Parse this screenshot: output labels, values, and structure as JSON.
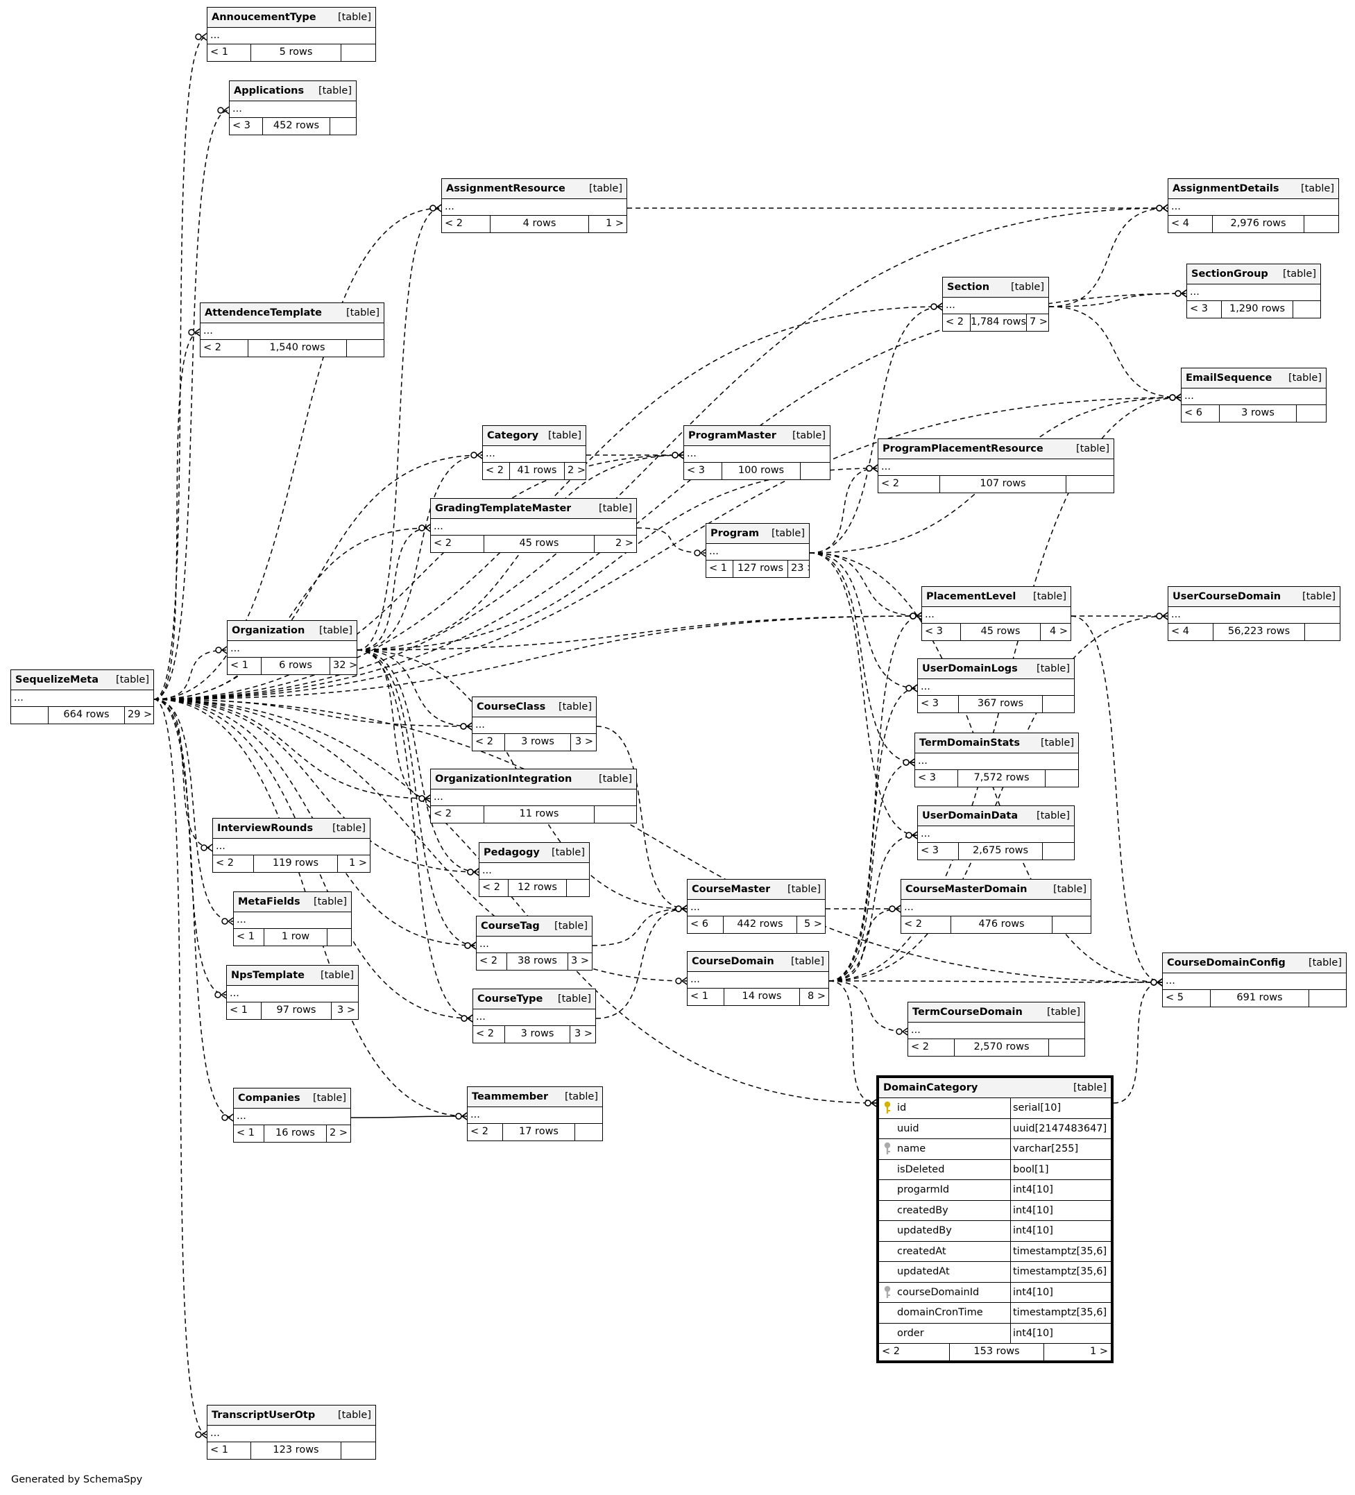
{
  "diagram": {
    "tag_label": "[table]",
    "more_columns_label": "...",
    "focus_table": {
      "id": "DomainCategory",
      "name": "DomainCategory",
      "columns": [
        {
          "name": "id",
          "type": "serial[10]",
          "key": "primary"
        },
        {
          "name": "uuid",
          "type": "uuid[2147483647]",
          "key": ""
        },
        {
          "name": "name",
          "type": "varchar[255]",
          "key": "foreign"
        },
        {
          "name": "isDeleted",
          "type": "bool[1]",
          "key": ""
        },
        {
          "name": "progarmId",
          "type": "int4[10]",
          "key": ""
        },
        {
          "name": "createdBy",
          "type": "int4[10]",
          "key": ""
        },
        {
          "name": "updatedBy",
          "type": "int4[10]",
          "key": ""
        },
        {
          "name": "createdAt",
          "type": "timestamptz[35,6]",
          "key": ""
        },
        {
          "name": "updatedAt",
          "type": "timestamptz[35,6]",
          "key": ""
        },
        {
          "name": "courseDomainId",
          "type": "int4[10]",
          "key": "foreign"
        },
        {
          "name": "domainCronTime",
          "type": "timestamptz[35,6]",
          "key": ""
        },
        {
          "name": "order",
          "type": "int4[10]",
          "key": ""
        }
      ],
      "parents": "< 2",
      "rows": "153 rows",
      "children": "1 >"
    },
    "tables": [
      {
        "id": "AnnoucementType",
        "name": "AnnoucementType",
        "parents": "< 1",
        "rows": "5 rows",
        "children": ""
      },
      {
        "id": "Applications",
        "name": "Applications",
        "parents": "< 3",
        "rows": "452 rows",
        "children": ""
      },
      {
        "id": "AssignmentResource",
        "name": "AssignmentResource",
        "parents": "< 2",
        "rows": "4 rows",
        "children": "1 >"
      },
      {
        "id": "AssignmentDetails",
        "name": "AssignmentDetails",
        "parents": "< 4",
        "rows": "2,976 rows",
        "children": ""
      },
      {
        "id": "SectionGroup",
        "name": "SectionGroup",
        "parents": "< 3",
        "rows": "1,290 rows",
        "children": ""
      },
      {
        "id": "Section",
        "name": "Section",
        "parents": "< 2",
        "rows": "1,784 rows",
        "children": "7 >"
      },
      {
        "id": "AttendenceTemplate",
        "name": "AttendenceTemplate",
        "parents": "< 2",
        "rows": "1,540 rows",
        "children": ""
      },
      {
        "id": "EmailSequence",
        "name": "EmailSequence",
        "parents": "< 6",
        "rows": "3 rows",
        "children": ""
      },
      {
        "id": "Category",
        "name": "Category",
        "parents": "< 2",
        "rows": "41 rows",
        "children": "2 >"
      },
      {
        "id": "ProgramMaster",
        "name": "ProgramMaster",
        "parents": "< 3",
        "rows": "100 rows",
        "children": ""
      },
      {
        "id": "ProgramPlacementResource",
        "name": "ProgramPlacementResource",
        "parents": "< 2",
        "rows": "107 rows",
        "children": ""
      },
      {
        "id": "GradingTemplateMaster",
        "name": "GradingTemplateMaster",
        "parents": "< 2",
        "rows": "45 rows",
        "children": "2 >"
      },
      {
        "id": "Program",
        "name": "Program",
        "parents": "< 1",
        "rows": "127 rows",
        "children": "23 >"
      },
      {
        "id": "PlacementLevel",
        "name": "PlacementLevel",
        "parents": "< 3",
        "rows": "45 rows",
        "children": "4 >"
      },
      {
        "id": "UserCourseDomain",
        "name": "UserCourseDomain",
        "parents": "< 4",
        "rows": "56,223 rows",
        "children": ""
      },
      {
        "id": "Organization",
        "name": "Organization",
        "parents": "< 1",
        "rows": "6 rows",
        "children": "32 >"
      },
      {
        "id": "SequelizeMeta",
        "name": "SequelizeMeta",
        "parents": "",
        "rows": "664 rows",
        "children": "29 >"
      },
      {
        "id": "UserDomainLogs",
        "name": "UserDomainLogs",
        "parents": "< 3",
        "rows": "367 rows",
        "children": ""
      },
      {
        "id": "CourseClass",
        "name": "CourseClass",
        "parents": "< 2",
        "rows": "3 rows",
        "children": "3 >"
      },
      {
        "id": "TermDomainStats",
        "name": "TermDomainStats",
        "parents": "< 3",
        "rows": "7,572 rows",
        "children": ""
      },
      {
        "id": "OrganizationIntegration",
        "name": "OrganizationIntegration",
        "parents": "< 2",
        "rows": "11 rows",
        "children": ""
      },
      {
        "id": "InterviewRounds",
        "name": "InterviewRounds",
        "parents": "< 2",
        "rows": "119 rows",
        "children": "1 >"
      },
      {
        "id": "UserDomainData",
        "name": "UserDomainData",
        "parents": "< 3",
        "rows": "2,675 rows",
        "children": ""
      },
      {
        "id": "Pedagogy",
        "name": "Pedagogy",
        "parents": "< 2",
        "rows": "12 rows",
        "children": ""
      },
      {
        "id": "CourseMaster",
        "name": "CourseMaster",
        "parents": "< 6",
        "rows": "442 rows",
        "children": "5 >"
      },
      {
        "id": "CourseMasterDomain",
        "name": "CourseMasterDomain",
        "parents": "< 2",
        "rows": "476 rows",
        "children": ""
      },
      {
        "id": "MetaFields",
        "name": "MetaFields",
        "parents": "< 1",
        "rows": "1 row",
        "children": ""
      },
      {
        "id": "CourseTag",
        "name": "CourseTag",
        "parents": "< 2",
        "rows": "38 rows",
        "children": "3 >"
      },
      {
        "id": "CourseDomain",
        "name": "CourseDomain",
        "parents": "< 1",
        "rows": "14 rows",
        "children": "8 >"
      },
      {
        "id": "CourseDomainConfig",
        "name": "CourseDomainConfig",
        "parents": "< 5",
        "rows": "691 rows",
        "children": ""
      },
      {
        "id": "NpsTemplate",
        "name": "NpsTemplate",
        "parents": "< 1",
        "rows": "97 rows",
        "children": "3 >"
      },
      {
        "id": "CourseType",
        "name": "CourseType",
        "parents": "< 2",
        "rows": "3 rows",
        "children": "3 >"
      },
      {
        "id": "TermCourseDomain",
        "name": "TermCourseDomain",
        "parents": "< 2",
        "rows": "2,570 rows",
        "children": ""
      },
      {
        "id": "Companies",
        "name": "Companies",
        "parents": "< 1",
        "rows": "16 rows",
        "children": "2 >"
      },
      {
        "id": "Teammember",
        "name": "Teammember",
        "parents": "< 2",
        "rows": "17 rows",
        "children": ""
      },
      {
        "id": "TranscriptUserOtp",
        "name": "TranscriptUserOtp",
        "parents": "< 1",
        "rows": "123 rows",
        "children": ""
      }
    ],
    "relationships": [
      {
        "from": "SequelizeMeta",
        "to": "AnnoucementType",
        "line": "dashed"
      },
      {
        "from": "SequelizeMeta",
        "to": "Applications",
        "line": "dashed"
      },
      {
        "from": "SequelizeMeta",
        "to": "AssignmentResource",
        "line": "dashed"
      },
      {
        "from": "SequelizeMeta",
        "to": "AssignmentDetails",
        "line": "dashed"
      },
      {
        "from": "SequelizeMeta",
        "to": "SectionGroup",
        "line": "dashed"
      },
      {
        "from": "SequelizeMeta",
        "to": "Section",
        "line": "dashed"
      },
      {
        "from": "SequelizeMeta",
        "to": "AttendenceTemplate",
        "line": "dashed"
      },
      {
        "from": "SequelizeMeta",
        "to": "EmailSequence",
        "line": "dashed"
      },
      {
        "from": "SequelizeMeta",
        "to": "ProgramMaster",
        "line": "dashed"
      },
      {
        "from": "SequelizeMeta",
        "to": "Category",
        "line": "dashed"
      },
      {
        "from": "SequelizeMeta",
        "to": "GradingTemplateMaster",
        "line": "dashed"
      },
      {
        "from": "SequelizeMeta",
        "to": "PlacementLevel",
        "line": "dashed"
      },
      {
        "from": "SequelizeMeta",
        "to": "Organization",
        "line": "dashed"
      },
      {
        "from": "SequelizeMeta",
        "to": "CourseClass",
        "line": "dashed"
      },
      {
        "from": "SequelizeMeta",
        "to": "OrganizationIntegration",
        "line": "dashed"
      },
      {
        "from": "SequelizeMeta",
        "to": "Pedagogy",
        "line": "dashed"
      },
      {
        "from": "SequelizeMeta",
        "to": "CourseTag",
        "line": "dashed"
      },
      {
        "from": "SequelizeMeta",
        "to": "InterviewRounds",
        "line": "dashed"
      },
      {
        "from": "SequelizeMeta",
        "to": "MetaFields",
        "line": "dashed"
      },
      {
        "from": "SequelizeMeta",
        "to": "NpsTemplate",
        "line": "dashed"
      },
      {
        "from": "SequelizeMeta",
        "to": "CourseType",
        "line": "dashed"
      },
      {
        "from": "SequelizeMeta",
        "to": "Teammember",
        "line": "dashed"
      },
      {
        "from": "SequelizeMeta",
        "to": "Companies",
        "line": "dashed"
      },
      {
        "from": "SequelizeMeta",
        "to": "CourseDomain",
        "line": "dashed"
      },
      {
        "from": "SequelizeMeta",
        "to": "DomainCategory",
        "line": "dashed"
      },
      {
        "from": "SequelizeMeta",
        "to": "CourseDomainConfig",
        "line": "dashed"
      },
      {
        "from": "SequelizeMeta",
        "to": "TranscriptUserOtp",
        "line": "dashed"
      },
      {
        "from": "AssignmentResource",
        "to": "AssignmentDetails",
        "line": "dashed"
      },
      {
        "from": "Section",
        "to": "AssignmentDetails",
        "line": "dashed"
      },
      {
        "from": "Section",
        "to": "SectionGroup",
        "line": "dashed"
      },
      {
        "from": "Section",
        "to": "EmailSequence",
        "line": "dashed"
      },
      {
        "from": "Category",
        "to": "ProgramMaster",
        "line": "dashed"
      },
      {
        "from": "GradingTemplateMaster",
        "to": "Program",
        "line": "dashed"
      },
      {
        "from": "Program",
        "to": "Section",
        "line": "dashed"
      },
      {
        "from": "Program",
        "to": "ProgramPlacementResource",
        "line": "dashed"
      },
      {
        "from": "Program",
        "to": "EmailSequence",
        "line": "dashed"
      },
      {
        "from": "Program",
        "to": "PlacementLevel",
        "line": "dashed"
      },
      {
        "from": "Program",
        "to": "UserDomainLogs",
        "line": "dashed"
      },
      {
        "from": "Program",
        "to": "TermDomainStats",
        "line": "dashed"
      },
      {
        "from": "Program",
        "to": "UserDomainData",
        "line": "dashed"
      },
      {
        "from": "Program",
        "to": "CourseDomainConfig",
        "line": "dashed"
      },
      {
        "from": "PlacementLevel",
        "to": "UserCourseDomain",
        "line": "dashed"
      },
      {
        "from": "PlacementLevel",
        "to": "CourseDomainConfig",
        "line": "dashed"
      },
      {
        "from": "Organization",
        "to": "AssignmentResource",
        "line": "dashed"
      },
      {
        "from": "Organization",
        "to": "Category",
        "line": "dashed"
      },
      {
        "from": "Organization",
        "to": "GradingTemplateMaster",
        "line": "dashed"
      },
      {
        "from": "Organization",
        "to": "ProgramMaster",
        "line": "dashed"
      },
      {
        "from": "Organization",
        "to": "ProgramPlacementResource",
        "line": "dashed"
      },
      {
        "from": "Organization",
        "to": "PlacementLevel",
        "line": "dashed"
      },
      {
        "from": "Organization",
        "to": "CourseClass",
        "line": "dashed"
      },
      {
        "from": "Organization",
        "to": "OrganizationIntegration",
        "line": "dashed"
      },
      {
        "from": "Organization",
        "to": "Pedagogy",
        "line": "dashed"
      },
      {
        "from": "Organization",
        "to": "CourseTag",
        "line": "dashed"
      },
      {
        "from": "Organization",
        "to": "CourseType",
        "line": "dashed"
      },
      {
        "from": "Organization",
        "to": "CourseMaster",
        "line": "dashed"
      },
      {
        "from": "CourseClass",
        "to": "CourseMaster",
        "line": "dashed"
      },
      {
        "from": "CourseTag",
        "to": "CourseMaster",
        "line": "dashed"
      },
      {
        "from": "CourseType",
        "to": "CourseMaster",
        "line": "dashed"
      },
      {
        "from": "CourseMaster",
        "to": "CourseMasterDomain",
        "line": "dashed"
      },
      {
        "from": "CourseDomain",
        "to": "CourseMasterDomain",
        "line": "dashed"
      },
      {
        "from": "CourseDomain",
        "to": "UserDomainLogs",
        "line": "dashed"
      },
      {
        "from": "CourseDomain",
        "to": "TermDomainStats",
        "line": "dashed"
      },
      {
        "from": "CourseDomain",
        "to": "UserDomainData",
        "line": "dashed"
      },
      {
        "from": "CourseDomain",
        "to": "PlacementLevel",
        "line": "dashed"
      },
      {
        "from": "CourseDomain",
        "to": "UserCourseDomain",
        "line": "dashed"
      },
      {
        "from": "CourseDomain",
        "to": "EmailSequence",
        "line": "dashed"
      },
      {
        "from": "CourseDomain",
        "to": "CourseDomainConfig",
        "line": "dashed"
      },
      {
        "from": "CourseDomain",
        "to": "TermCourseDomain",
        "line": "dashed"
      },
      {
        "from": "CourseDomain",
        "to": "DomainCategory",
        "line": "dashed"
      },
      {
        "from": "DomainCategory",
        "to": "CourseDomainConfig",
        "line": "dashed"
      },
      {
        "from": "Companies",
        "to": "Teammember",
        "line": "solid"
      }
    ]
  },
  "footer": "Generated by SchemaSpy"
}
